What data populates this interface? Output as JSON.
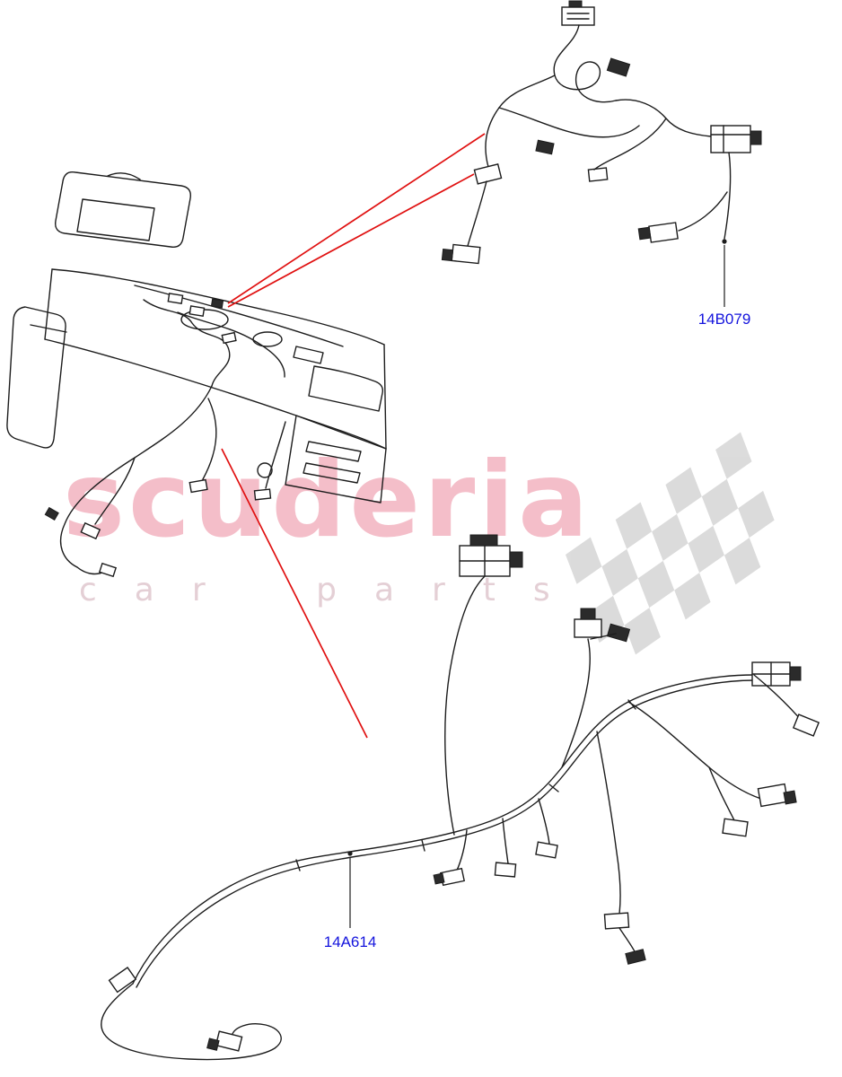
{
  "watermark": {
    "brand": "scuderia",
    "subtitle": "car parts"
  },
  "part_labels": {
    "top": "14B079",
    "bottom": "14A614"
  },
  "diagram": {
    "subject": "console-wiring-harnesses",
    "illustrations": [
      "center-console-line-art",
      "upper-wiring-harness",
      "lower-wiring-harness"
    ]
  },
  "colors": {
    "part_label": "#1414dd",
    "leader_line": "#e01010",
    "line_art": "#1c1c1c",
    "watermark_pink": "#f2aebc",
    "watermark_sub": "#e3cdd3",
    "watermark_gray": "#d8d8d8"
  }
}
